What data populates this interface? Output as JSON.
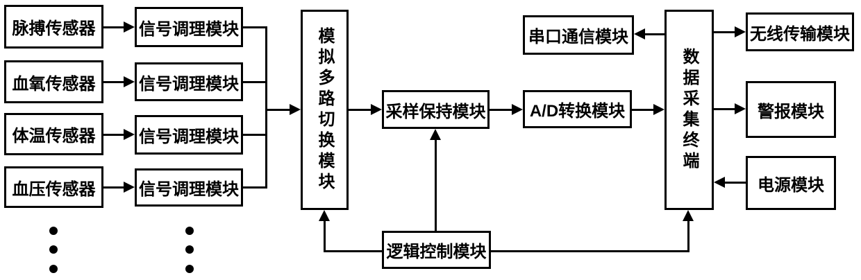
{
  "diagram": {
    "sensors": [
      {
        "label": "脉搏传感器"
      },
      {
        "label": "血氧传感器"
      },
      {
        "label": "体温传感器"
      },
      {
        "label": "血压传感器"
      }
    ],
    "signal_conditioning": [
      {
        "label": "信号调理模块"
      },
      {
        "label": "信号调理模块"
      },
      {
        "label": "信号调理模块"
      },
      {
        "label": "信号调理模块"
      }
    ],
    "mux": {
      "label": "模拟多路切换模块"
    },
    "sample_hold": {
      "label": "采样保持模块"
    },
    "adc": {
      "label": "A/D转换模块"
    },
    "daq_terminal": {
      "label": "数据采集终端"
    },
    "serial_comm": {
      "label": "串口通信模块"
    },
    "wireless": {
      "label": "无线传输模块"
    },
    "alarm": {
      "label": "警报模块"
    },
    "power": {
      "label": "电源模块"
    },
    "logic_control": {
      "label": "逻辑控制模块"
    },
    "ellipsis_columns": 2,
    "ellipsis_dots_per_column": 3,
    "edges": [
      {
        "from": "脉搏传感器",
        "to": "信号调理模块",
        "arrow": "right"
      },
      {
        "from": "血氧传感器",
        "to": "信号调理模块",
        "arrow": "right"
      },
      {
        "from": "体温传感器",
        "to": "信号调理模块",
        "arrow": "right"
      },
      {
        "from": "血压传感器",
        "to": "信号调理模块",
        "arrow": "right"
      },
      {
        "from": "信号调理模块(×4)",
        "to": "模拟多路切换模块",
        "arrow": "right",
        "note": "merged bus"
      },
      {
        "from": "模拟多路切换模块",
        "to": "采样保持模块",
        "arrow": "right"
      },
      {
        "from": "采样保持模块",
        "to": "A/D转换模块",
        "arrow": "right"
      },
      {
        "from": "A/D转换模块",
        "to": "数据采集终端",
        "arrow": "right"
      },
      {
        "from": "数据采集终端",
        "to": "串口通信模块",
        "arrow": "left"
      },
      {
        "from": "数据采集终端",
        "to": "无线传输模块",
        "arrow": "right"
      },
      {
        "from": "数据采集终端",
        "to": "警报模块",
        "arrow": "right"
      },
      {
        "from": "电源模块",
        "to": "数据采集终端",
        "arrow": "left"
      },
      {
        "from": "逻辑控制模块",
        "to": "模拟多路切换模块",
        "arrow": "up"
      },
      {
        "from": "逻辑控制模块",
        "to": "采样保持模块",
        "arrow": "up"
      },
      {
        "from": "逻辑控制模块",
        "to": "数据采集终端",
        "arrow": "up"
      }
    ],
    "colors": {
      "line": "#000000",
      "background": "#ffffff",
      "text": "#000000"
    }
  }
}
